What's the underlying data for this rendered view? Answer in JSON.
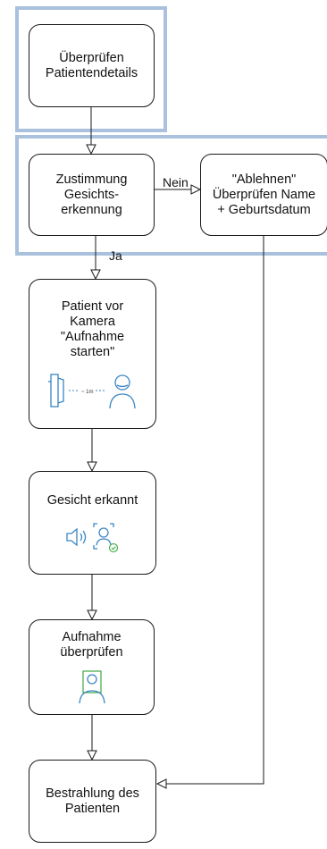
{
  "nodes": {
    "check_details": "Überprüfen\nPatientendetails",
    "consent": "Zustimmung\nGesichts-\nerkennung",
    "decline": "\"Ablehnen\"\nÜberprüfen Name\n+ Geburtsdatum",
    "camera": "Patient vor\nKamera\n\"Aufnahme\nstarten\"",
    "face_detected": "Gesicht erkannt",
    "review": "Aufnahme\nüberprüfen",
    "radiation": "Bestrahlung des\nPatienten"
  },
  "edge_labels": {
    "no": "Nein",
    "yes": "Ja"
  },
  "icons": {
    "camera_illustration": [
      "camera-device-icon",
      "distance-1m-icon",
      "person-icon"
    ],
    "distance_text": "~ 1m",
    "face_detected_illustration": [
      "speaker-sound-icon",
      "face-scan-check-icon"
    ],
    "review_illustration": [
      "photo-portrait-icon"
    ]
  },
  "colors": {
    "group_frame": "#a9c1dc",
    "icon_blue": "#3a86c4",
    "icon_green": "#4caf50"
  }
}
